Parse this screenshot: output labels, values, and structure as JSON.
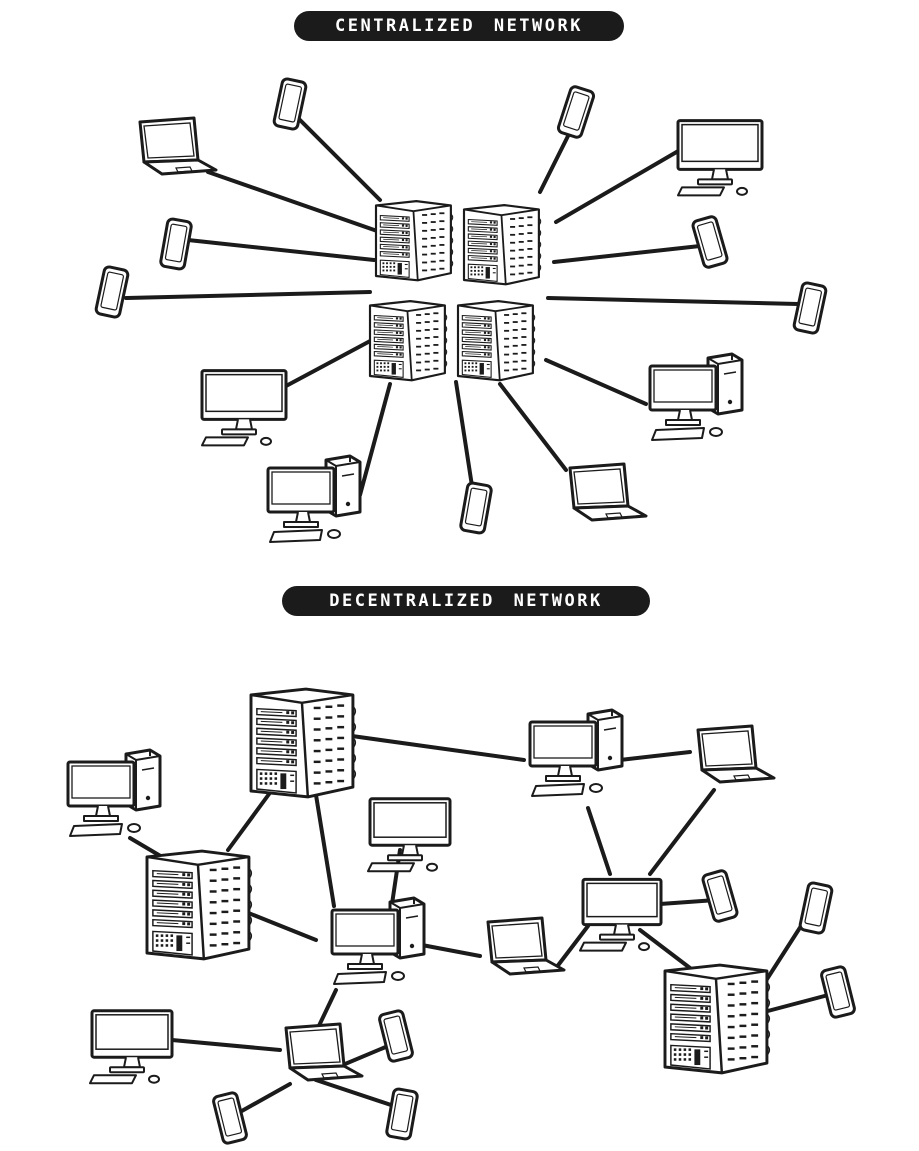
{
  "titles": {
    "centralized": "CENTRALIZED NETWORK",
    "decentralized": "DECENTRALIZED NETWORK"
  },
  "colors": {
    "ink": "#1b1b1b",
    "paper": "#ffffff",
    "pill_text": "#ffffff"
  },
  "icons": {
    "server": "server-rack-icon",
    "desktop": "desktop-computer-icon",
    "monitor": "monitor-icon",
    "laptop": "laptop-icon",
    "phone": "smartphone-icon"
  },
  "centralized": {
    "hub": "server-cluster",
    "devices": [
      "laptop",
      "phone",
      "phone",
      "phone",
      "monitor",
      "desktop",
      "phone",
      "laptop",
      "desktop",
      "phone",
      "phone",
      "monitor"
    ]
  },
  "decentralized": {
    "nodes": [
      "server",
      "server",
      "server",
      "desktop",
      "desktop",
      "desktop",
      "monitor",
      "monitor",
      "monitor",
      "laptop",
      "laptop",
      "laptop",
      "phone",
      "phone",
      "phone",
      "phone",
      "phone",
      "phone"
    ]
  }
}
